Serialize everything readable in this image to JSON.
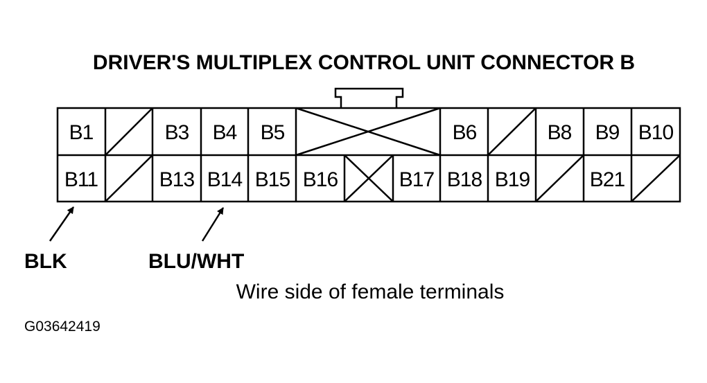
{
  "title": "DRIVER'S MULTIPLEX CONTROL UNIT CONNECTOR B",
  "connector": {
    "row1": [
      "B1",
      "",
      "B3",
      "B4",
      "B5",
      "",
      "B6",
      "",
      "B8",
      "B9",
      "B10"
    ],
    "row2": [
      "B11",
      "",
      "B13",
      "B14",
      "B15",
      "B16",
      "",
      "B17",
      "B18",
      "B19",
      "",
      "B21",
      ""
    ]
  },
  "wires": {
    "blk": "BLK",
    "blu_wht": "BLU/WHT"
  },
  "caption": "Wire side of female terminals",
  "figure_id": "G03642419",
  "colors": {
    "ink": "#000000",
    "paper": "#ffffff"
  }
}
